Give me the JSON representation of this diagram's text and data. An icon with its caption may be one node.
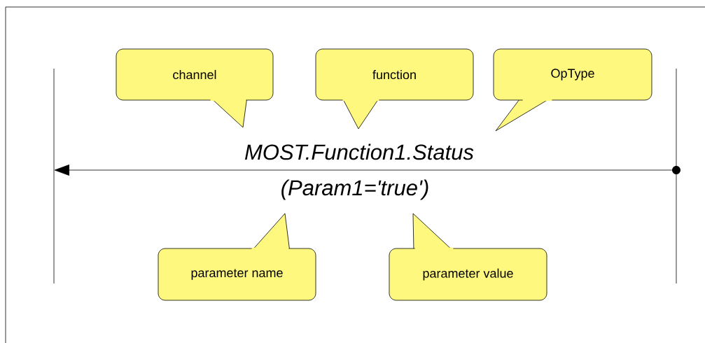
{
  "diagram": {
    "nodes": [
      {
        "text": [],
        "shape": "line"
      },
      {
        "text": [],
        "shape": "line"
      },
      {
        "text": [],
        "shape": "circle"
      },
      {
        "text": [
          "channel"
        ]
      },
      {
        "text": [
          "function"
        ]
      },
      {
        "text": [
          "OpType"
        ]
      },
      {
        "text": [
          "parameter name"
        ]
      },
      {
        "text": [
          "parameter value"
        ]
      }
    ],
    "edges": [
      {
        "from": 2,
        "to": 0,
        "arrow": "to",
        "label": "MOST.Function1.Status"
      }
    ],
    "labels": [
      "(Param1='true')"
    ]
  }
}
